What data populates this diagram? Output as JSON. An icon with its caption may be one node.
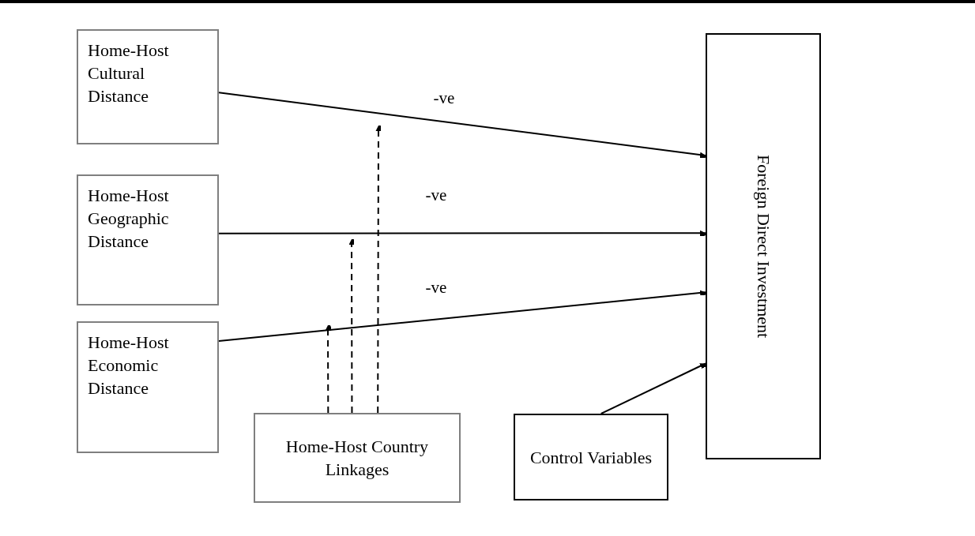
{
  "diagram": {
    "nodes": [
      {
        "text": [
          "Home-Host Cultural Distance"
        ]
      },
      {
        "text": [
          "Home-Host Geographic Distance"
        ]
      },
      {
        "text": [
          "Home-Host Economic Distance"
        ]
      },
      {
        "text": [
          "Foreign Direct Investment"
        ]
      },
      {
        "text": [
          "Home-Host Country Linkages"
        ]
      },
      {
        "text": [
          "Control Variables"
        ]
      }
    ],
    "edges": [
      {
        "from": 0,
        "to": 3,
        "arrow": "to",
        "label": "-ve"
      },
      {
        "from": 1,
        "to": 3,
        "arrow": "to",
        "label": "-ve"
      },
      {
        "from": 2,
        "to": 3,
        "arrow": "to",
        "label": "-ve"
      },
      {
        "from": 4,
        "to": null,
        "arrow": "to",
        "style": "dashed"
      },
      {
        "from": 4,
        "to": null,
        "arrow": "to",
        "style": "dashed"
      },
      {
        "from": 4,
        "to": null,
        "arrow": "to",
        "style": "dashed"
      },
      {
        "from": 5,
        "to": 3,
        "arrow": "to"
      }
    ]
  }
}
